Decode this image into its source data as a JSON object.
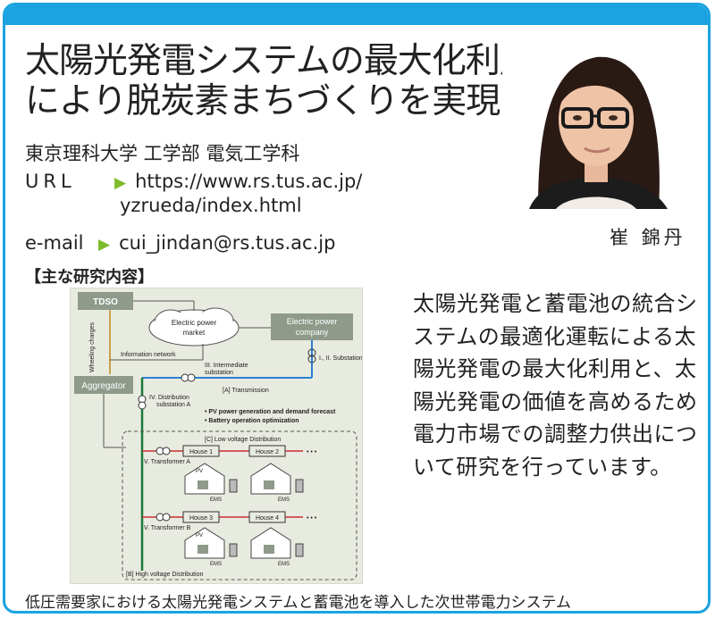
{
  "card": {
    "accent_color": "#1aa3e0"
  },
  "title_lines": [
    "太陽光発電システムの最大化利用",
    "により脱炭素まちづくりを実現"
  ],
  "department": "東京理科大学 工学部 電気工学科",
  "contact": {
    "url_label": "URL",
    "url_line1": "https://www.rs.tus.ac.jp/",
    "url_line2": "yzrueda/index.html",
    "email_label": "e-mail",
    "email": "cui_jindan@rs.tus.ac.jp",
    "arrow_color": "#7dbb2c"
  },
  "researcher_name": "崔 錦丹",
  "section_heading": "【主な研究内容】",
  "description": "太陽光発電と蓄電池の統合システムの最適化運転による太陽光発電の最大化利用と、太陽光発電の価値を高めるため電力市場での調整力供出について研究を行っています。",
  "diagram": {
    "tdso": "TDSO",
    "market_line1": "Electric power",
    "market_line2": "market",
    "company_line1": "Electric power",
    "company_line2": "company",
    "wheeling": "Wheeling charges",
    "info_network": "Information network",
    "aggregator": "Aggregator",
    "substation_12": "I., II. Substation",
    "substation_3_line1": "III. Intermediate",
    "substation_3_line2": "substation",
    "transmission": "[A] Transmission",
    "dist_sub_line1": "IV. Distribution",
    "dist_sub_line2": "substation A",
    "bullet1": "• PV power generation and demand forecast",
    "bullet2": "• Battery operation optimization",
    "low_voltage": "[C] Low voltage Distribution",
    "transformer_a": "V. Transformer A",
    "transformer_b": "V. Transformer B",
    "house1": "House 1",
    "house2": "House 2",
    "house3": "House 3",
    "house4": "House 4",
    "pv": "PV",
    "ems": "EMS",
    "dots": "• • •",
    "high_voltage": "[B] High voltage Distribution"
  },
  "caption": "低圧需要家における太陽光発電システムと蓄電池を導入した次世帯電力システム"
}
